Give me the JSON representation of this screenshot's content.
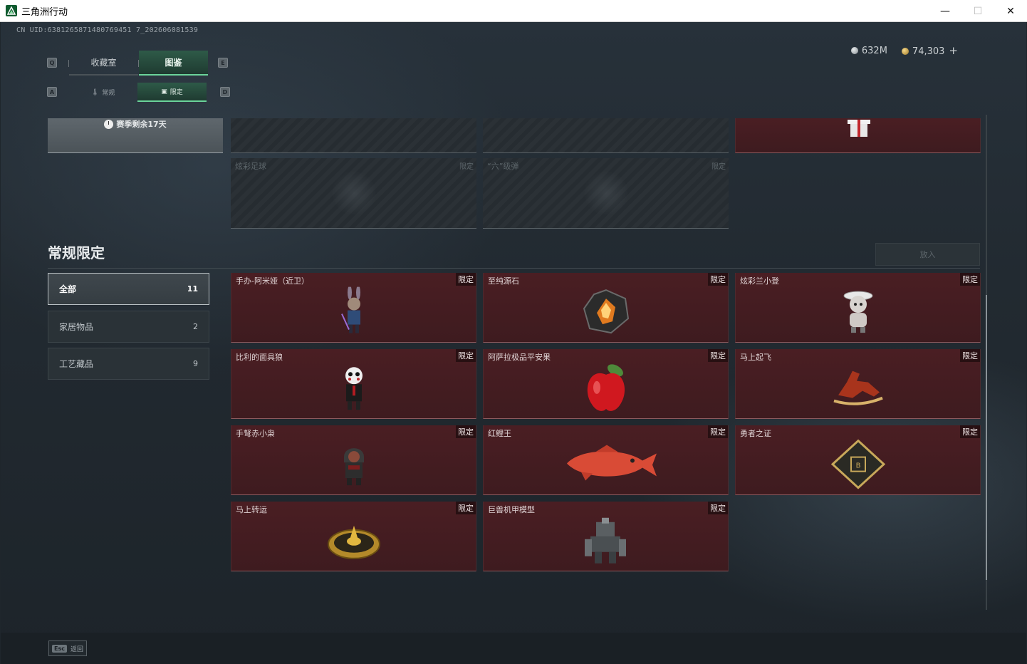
{
  "window": {
    "title": "三角洲行动"
  },
  "uid": "CN UID:6381265871480769451 7_202606081539",
  "currency": [
    {
      "icon": "silver-coin-icon",
      "value": "632M"
    },
    {
      "icon": "gold-coin-icon",
      "value": "74,303"
    }
  ],
  "currency_add": "+",
  "keys": {
    "tab_prev": "Q",
    "tab_next": "E",
    "sub_prev": "A",
    "sub_next": "D"
  },
  "tabs": [
    {
      "label": "收藏室",
      "active": false
    },
    {
      "label": "图鉴",
      "active": true
    }
  ],
  "subtabs": [
    {
      "icon": "thermometer-icon",
      "label": "常规",
      "active": false
    },
    {
      "icon": "image-frame-icon",
      "label": "限定",
      "active": true
    }
  ],
  "season": {
    "label": "赛季剩余17天"
  },
  "locked_items": [
    {
      "name": "炫彩足球",
      "tag": "限定"
    },
    {
      "name": "“六”级弹",
      "tag": "限定"
    }
  ],
  "section": {
    "title": "常规限定",
    "sort_button": "放入",
    "categories": [
      {
        "label": "全部",
        "count": "11",
        "active": true
      },
      {
        "label": "家居物品",
        "count": "2",
        "active": false
      },
      {
        "label": "工艺藏品",
        "count": "9",
        "active": false
      }
    ],
    "items": [
      {
        "name": "手办-阿米娅（近卫）",
        "tag": "限定",
        "icon": "bunny-figure-icon"
      },
      {
        "name": "至纯源石",
        "tag": "限定",
        "icon": "crystal-icon"
      },
      {
        "name": "炫彩兰小登",
        "tag": "限定",
        "icon": "plush-doll-icon"
      },
      {
        "name": "比利的面具狼",
        "tag": "限定",
        "icon": "mask-figure-icon"
      },
      {
        "name": "阿萨拉极品平安果",
        "tag": "限定",
        "icon": "apple-icon"
      },
      {
        "name": "马上起飞",
        "tag": "限定",
        "icon": "horse-icon"
      },
      {
        "name": "手弩赤小枭",
        "tag": "限定",
        "icon": "hooded-figure-icon"
      },
      {
        "name": "红鲤王",
        "tag": "限定",
        "icon": "fish-icon"
      },
      {
        "name": "勇者之证",
        "tag": "限定",
        "icon": "badge-card-icon"
      },
      {
        "name": "马上转运",
        "tag": "限定",
        "icon": "golden-wheel-icon"
      },
      {
        "name": "巨兽机甲模型",
        "tag": "限定",
        "icon": "mech-model-icon"
      }
    ]
  },
  "footer": {
    "key": "Esc",
    "label": "返回"
  }
}
